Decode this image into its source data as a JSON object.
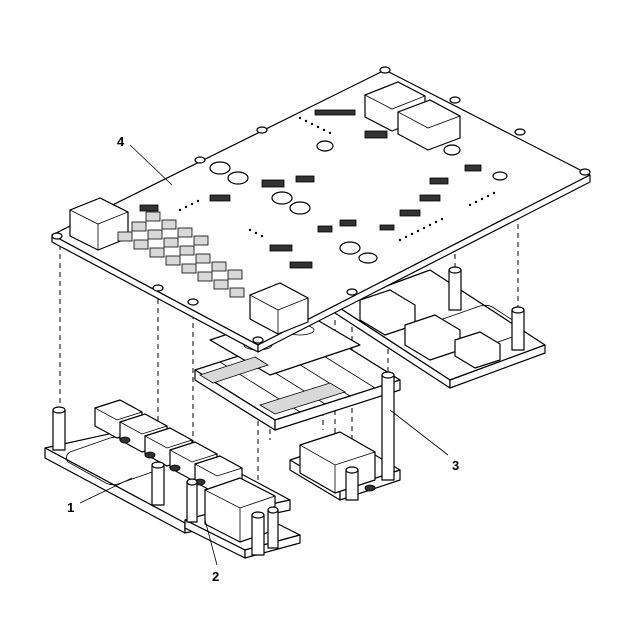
{
  "callouts": [
    {
      "label": "1"
    },
    {
      "label": "2"
    },
    {
      "label": "3"
    },
    {
      "label": "4"
    }
  ],
  "colors": {
    "line": "#000000",
    "background": "#ffffff",
    "shade": "#d8d8d8"
  }
}
